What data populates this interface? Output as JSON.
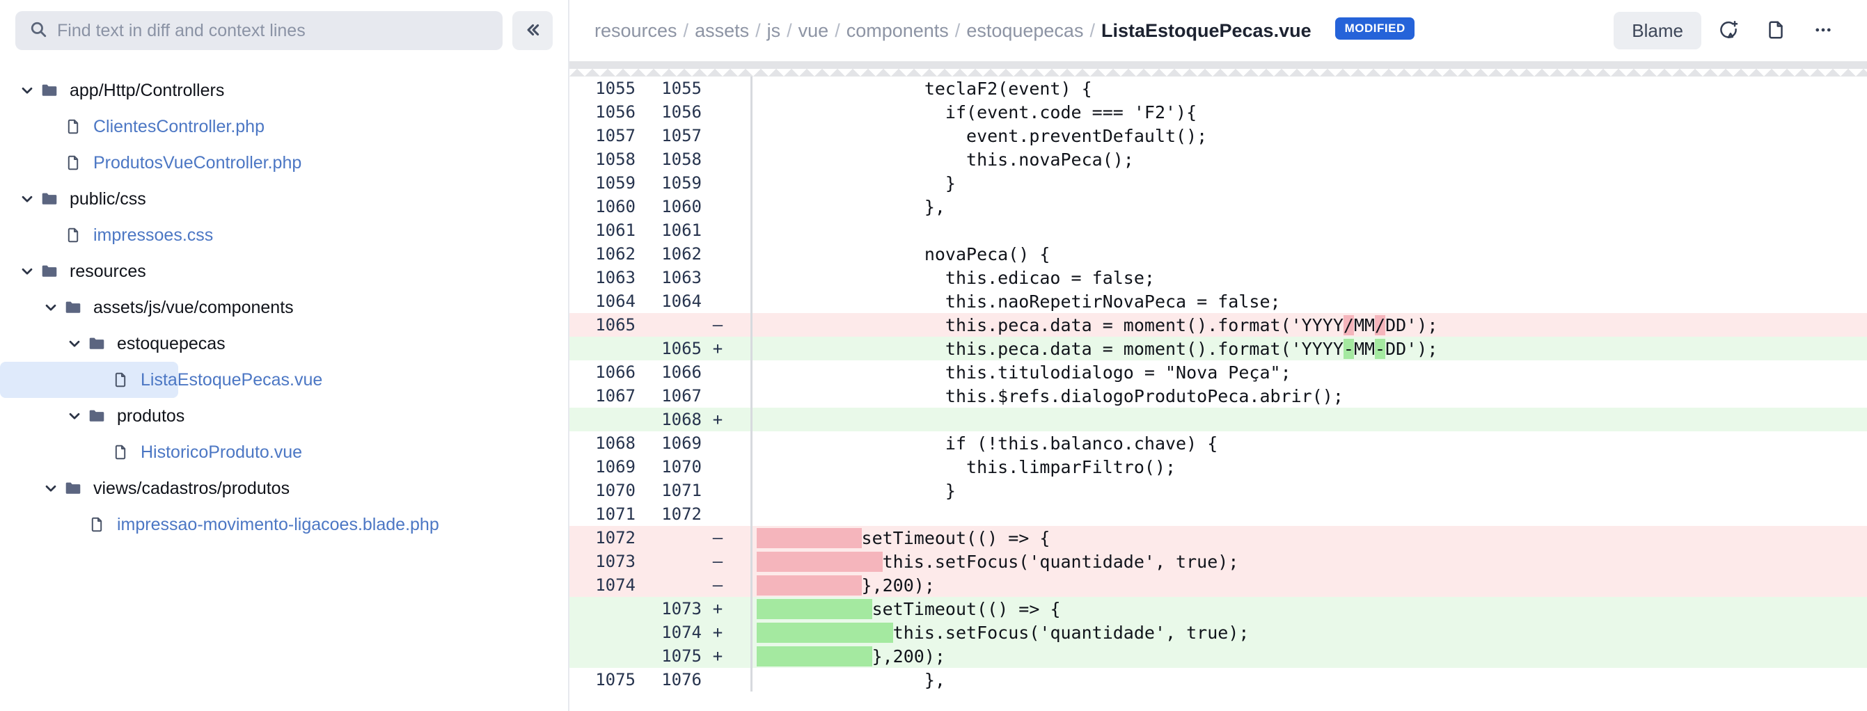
{
  "sidebar": {
    "search": {
      "placeholder": "Find text in diff and context lines",
      "value": "",
      "icon": "search-icon"
    },
    "collapse_button": {
      "icon": "double-chevron-left-icon"
    },
    "tree": [
      {
        "type": "folder",
        "label": "app/Http/Controllers",
        "depth": 0,
        "expanded": true,
        "selected": false
      },
      {
        "type": "file",
        "label": "ClientesController.php",
        "depth": 1,
        "selected": false
      },
      {
        "type": "file",
        "label": "ProdutosVueController.php",
        "depth": 1,
        "selected": false
      },
      {
        "type": "folder",
        "label": "public/css",
        "depth": 0,
        "expanded": true,
        "selected": false
      },
      {
        "type": "file",
        "label": "impressoes.css",
        "depth": 1,
        "selected": false
      },
      {
        "type": "folder",
        "label": "resources",
        "depth": 0,
        "expanded": true,
        "selected": false
      },
      {
        "type": "folder",
        "label": "assets/js/vue/components",
        "depth": 1,
        "expanded": true,
        "selected": false
      },
      {
        "type": "folder",
        "label": "estoquepecas",
        "depth": 2,
        "expanded": true,
        "selected": false
      },
      {
        "type": "file",
        "label": "ListaEstoquePecas.vue",
        "depth": 3,
        "selected": true
      },
      {
        "type": "folder",
        "label": "produtos",
        "depth": 2,
        "expanded": true,
        "selected": false
      },
      {
        "type": "file",
        "label": "HistoricoProduto.vue",
        "depth": 3,
        "selected": false
      },
      {
        "type": "folder",
        "label": "views/cadastros/produtos",
        "depth": 1,
        "expanded": true,
        "selected": false
      },
      {
        "type": "file",
        "label": "impressao-movimento-ligacoes.blade.php",
        "depth": 2,
        "selected": false
      }
    ]
  },
  "header": {
    "breadcrumb_path": [
      "resources",
      "assets",
      "js",
      "vue",
      "components",
      "estoquepecas"
    ],
    "separator": "/",
    "filename": "ListaEstoquePecas.vue",
    "status_badge": "MODIFIED",
    "badge_color": "#2563d9",
    "blame_label": "Blame",
    "actions": [
      {
        "name": "add-comment-icon"
      },
      {
        "name": "view-file-icon"
      },
      {
        "name": "more-options-icon"
      }
    ]
  },
  "diff": {
    "colors": {
      "removed_bg": "#fdeaea",
      "added_bg": "#e9f9e9",
      "removed_word": "#f5b5bc",
      "added_word": "#a4e9a0",
      "gutter_text": "#27344e"
    },
    "lines": [
      {
        "old": "1055",
        "new": "1055",
        "mark": "",
        "type": "ctx",
        "segments": [
          {
            "t": "                teclaF2(event) {"
          }
        ]
      },
      {
        "old": "1056",
        "new": "1056",
        "mark": "",
        "type": "ctx",
        "segments": [
          {
            "t": "                  if(event.code === 'F2'){"
          }
        ]
      },
      {
        "old": "1057",
        "new": "1057",
        "mark": "",
        "type": "ctx",
        "segments": [
          {
            "t": "                    event.preventDefault();"
          }
        ]
      },
      {
        "old": "1058",
        "new": "1058",
        "mark": "",
        "type": "ctx",
        "segments": [
          {
            "t": "                    this.novaPeca();"
          }
        ]
      },
      {
        "old": "1059",
        "new": "1059",
        "mark": "",
        "type": "ctx",
        "segments": [
          {
            "t": "                  }"
          }
        ]
      },
      {
        "old": "1060",
        "new": "1060",
        "mark": "",
        "type": "ctx",
        "segments": [
          {
            "t": "                },"
          }
        ]
      },
      {
        "old": "1061",
        "new": "1061",
        "mark": "",
        "type": "ctx",
        "segments": [
          {
            "t": ""
          }
        ]
      },
      {
        "old": "1062",
        "new": "1062",
        "mark": "",
        "type": "ctx",
        "segments": [
          {
            "t": "                novaPeca() {"
          }
        ]
      },
      {
        "old": "1063",
        "new": "1063",
        "mark": "",
        "type": "ctx",
        "segments": [
          {
            "t": "                  this.edicao = false;"
          }
        ]
      },
      {
        "old": "1064",
        "new": "1064",
        "mark": "",
        "type": "ctx",
        "segments": [
          {
            "t": "                  this.naoRepetirNovaPeca = false;"
          }
        ]
      },
      {
        "old": "1065",
        "new": "",
        "mark": "–",
        "type": "del",
        "segments": [
          {
            "t": "                  this.peca.data = moment().format('YYYY"
          },
          {
            "t": "/",
            "hl": "del"
          },
          {
            "t": "MM"
          },
          {
            "t": "/",
            "hl": "del"
          },
          {
            "t": "DD');"
          }
        ]
      },
      {
        "old": "",
        "new": "1065",
        "mark": "+",
        "type": "add",
        "segments": [
          {
            "t": "                  this.peca.data = moment().format('YYYY"
          },
          {
            "t": "-",
            "hl": "add"
          },
          {
            "t": "MM"
          },
          {
            "t": "-",
            "hl": "add"
          },
          {
            "t": "DD');"
          }
        ]
      },
      {
        "old": "1066",
        "new": "1066",
        "mark": "",
        "type": "ctx",
        "segments": [
          {
            "t": "                  this.titulodialogo = \"Nova Peça\";"
          }
        ]
      },
      {
        "old": "1067",
        "new": "1067",
        "mark": "",
        "type": "ctx",
        "segments": [
          {
            "t": "                  this.$refs.dialogoProdutoPeca.abrir();"
          }
        ]
      },
      {
        "old": "",
        "new": "1068",
        "mark": "+",
        "type": "add",
        "segments": [
          {
            "t": ""
          }
        ]
      },
      {
        "old": "1068",
        "new": "1069",
        "mark": "",
        "type": "ctx",
        "segments": [
          {
            "t": "                  if (!this.balanco.chave) {"
          }
        ]
      },
      {
        "old": "1069",
        "new": "1070",
        "mark": "",
        "type": "ctx",
        "segments": [
          {
            "t": "                    this.limparFiltro();"
          }
        ]
      },
      {
        "old": "1070",
        "new": "1071",
        "mark": "",
        "type": "ctx",
        "segments": [
          {
            "t": "                  }"
          }
        ]
      },
      {
        "old": "1071",
        "new": "1072",
        "mark": "",
        "type": "ctx",
        "segments": [
          {
            "t": ""
          }
        ]
      },
      {
        "old": "1072",
        "new": "",
        "mark": "–",
        "type": "del",
        "segments": [
          {
            "t": "          ",
            "hl": "del"
          },
          {
            "t": "setTimeout(() => {"
          }
        ]
      },
      {
        "old": "1073",
        "new": "",
        "mark": "–",
        "type": "del",
        "segments": [
          {
            "t": "            ",
            "hl": "del"
          },
          {
            "t": "this.setFocus('quantidade', true);"
          }
        ]
      },
      {
        "old": "1074",
        "new": "",
        "mark": "–",
        "type": "del",
        "segments": [
          {
            "t": "          ",
            "hl": "del"
          },
          {
            "t": "},200);"
          }
        ]
      },
      {
        "old": "",
        "new": "1073",
        "mark": "+",
        "type": "add",
        "segments": [
          {
            "t": "           ",
            "hl": "add"
          },
          {
            "t": "setTimeout(() => {"
          }
        ]
      },
      {
        "old": "",
        "new": "1074",
        "mark": "+",
        "type": "add",
        "segments": [
          {
            "t": "             ",
            "hl": "add"
          },
          {
            "t": "this.setFocus('quantidade', true);"
          }
        ]
      },
      {
        "old": "",
        "new": "1075",
        "mark": "+",
        "type": "add",
        "segments": [
          {
            "t": "           ",
            "hl": "add"
          },
          {
            "t": "},200);"
          }
        ]
      },
      {
        "old": "1075",
        "new": "1076",
        "mark": "",
        "type": "ctx",
        "segments": [
          {
            "t": "                },"
          }
        ]
      }
    ]
  }
}
